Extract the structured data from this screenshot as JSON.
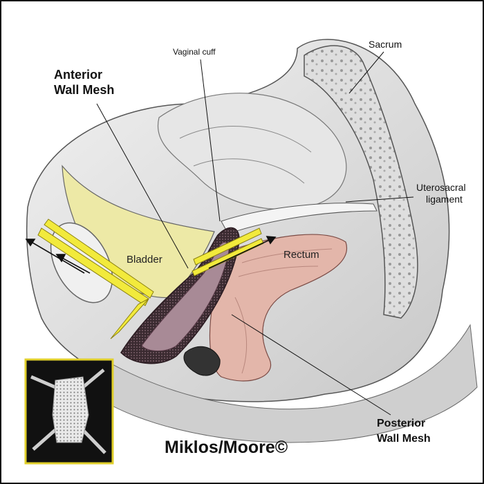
{
  "labels": {
    "vaginal_cuff": "Vaginal cuff",
    "sacrum": "Sacrum",
    "anterior_line1": "Anterior",
    "anterior_line2": "Wall Mesh",
    "uterosacral_line1": "Uterosacral",
    "uterosacral_line2": "ligament",
    "bladder": "Bladder",
    "rectum": "Rectum",
    "posterior_line1": "Posterior",
    "posterior_line2": "Wall Mesh"
  },
  "credit": "Miklos/Moore©",
  "colors": {
    "frame": "#111111",
    "bladder": "#ede9a6",
    "rectum": "#e3b6aa",
    "mesh_arm": "#f2ea3c",
    "vagina": "#a88a96",
    "mesh_dark": "#3a2a30",
    "inset_border": "#e0cf2a",
    "inset_bg": "#111111"
  }
}
